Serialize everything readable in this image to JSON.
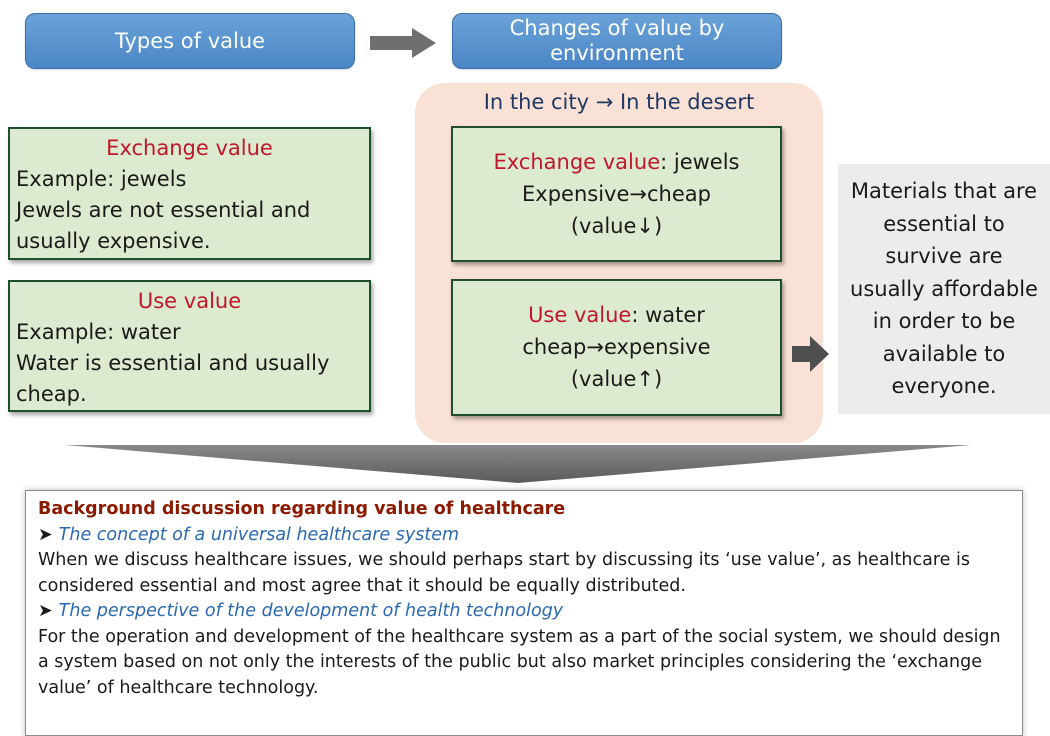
{
  "header": {
    "left_title": "Types of value",
    "right_title": "Changes of value by environment"
  },
  "left_boxes": [
    {
      "title": "Exchange value",
      "lines": [
        "Example: jewels",
        "Jewels are not essential and",
        "usually expensive."
      ]
    },
    {
      "title": "Use value",
      "lines": [
        "Example: water",
        "Water is essential and usually",
        "cheap."
      ]
    }
  ],
  "environment": {
    "caption": "In the city → In the desert",
    "boxes": [
      {
        "title": "Exchange value",
        "suffix": ": jewels",
        "lines": [
          "Expensive→cheap",
          "(value↓)"
        ]
      },
      {
        "title": "Use value",
        "suffix": ": water",
        "lines": [
          "cheap→expensive",
          "(value↑)"
        ]
      }
    ]
  },
  "conclusion": {
    "lines": [
      "Materials that are",
      "essential to",
      "survive are",
      "usually affordable",
      "in order to be",
      "available to",
      "everyone."
    ]
  },
  "background": {
    "title": "Background discussion  regarding value of healthcare",
    "sections": [
      {
        "heading": "The concept of a universal healthcare system",
        "text": "When we discuss healthcare issues, we should perhaps start by discussing its ‘use value’, as healthcare is considered essential and most agree that it should be equally distributed."
      },
      {
        "heading": "The perspective of the development of health technology",
        "text": "For the operation and development of the healthcare system as a part of the social system, we should design a system based on not only the interests of the public but also market principles considering the ‘exchange value’ of healthcare technology."
      }
    ]
  },
  "colors": {
    "pill_blue": "#4a86c6",
    "box_green": "#dcead0",
    "title_red": "#c0182a",
    "peach": "#f9e2d5",
    "background_title": "#8b1a00",
    "heading_blue": "#2a69b0"
  }
}
